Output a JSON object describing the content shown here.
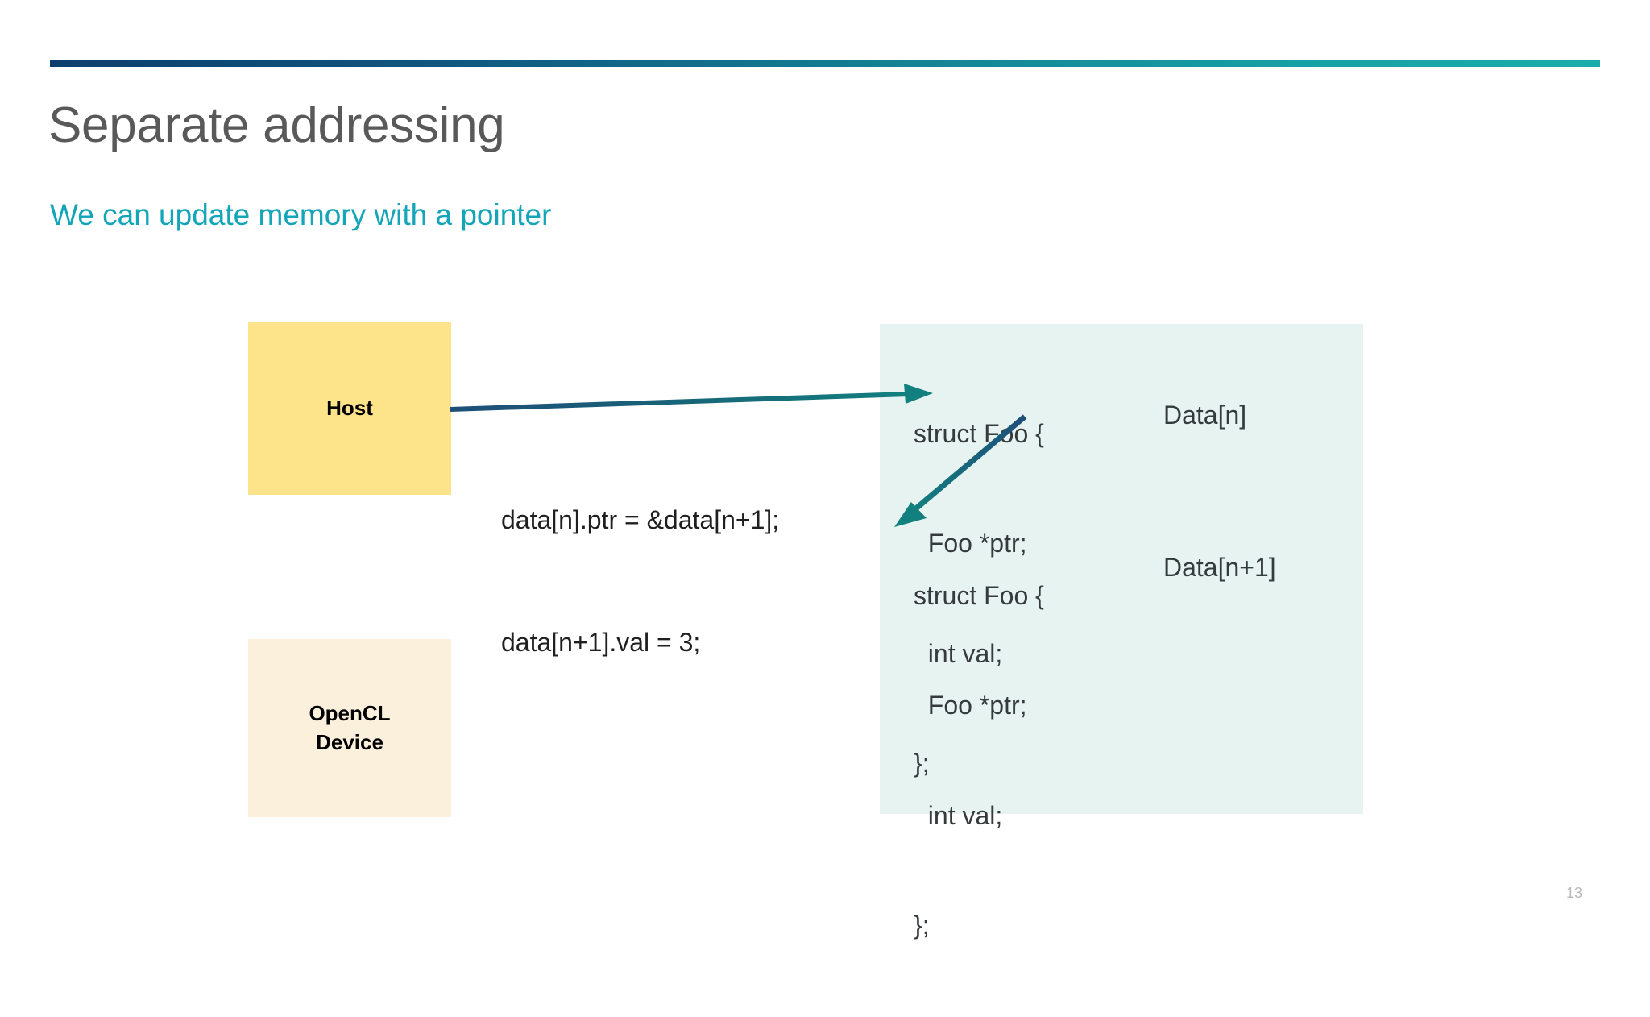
{
  "slide": {
    "title": "Separate addressing",
    "subtitle": "We can update memory with a pointer",
    "page_number": "13"
  },
  "colors": {
    "rule_gradient_start": "#0d3f6d",
    "rule_gradient_end": "#1aacab",
    "title": "#595959",
    "subtitle": "#14a5b8",
    "host_box": "#FDE38A",
    "device_box": "#FBF0DC",
    "memory_panel": "#E6F3F1",
    "arrow_navy": "#1d4e79",
    "arrow_teal": "#13807f",
    "code_text": "#1f1f1f",
    "page_number": "#b9b9b9"
  },
  "boxes": {
    "host": {
      "label": "Host"
    },
    "device": {
      "label_line1": "OpenCL",
      "label_line2": "Device"
    }
  },
  "code": {
    "line1": "data[n].ptr = &data[n+1];",
    "line2": "data[n+1].val = 3;"
  },
  "memory": {
    "struct_a": {
      "line1": "struct Foo {",
      "line2": "  Foo *ptr;",
      "line3": "  int val;",
      "line4": "};",
      "data_label": "Data[n]"
    },
    "struct_b": {
      "line1": "struct Foo {",
      "line2": "  Foo *ptr;",
      "line3": "  int val;",
      "line4": "};",
      "data_label": "Data[n+1]"
    }
  },
  "arrows": [
    {
      "name": "host-to-memory-arrow",
      "from": "Host box right edge",
      "to": "Data[n] struct Foo *ptr"
    },
    {
      "name": "pointer-link-arrow",
      "from": "Data[n] int val",
      "to": "Data[n+1] struct Foo"
    }
  ]
}
